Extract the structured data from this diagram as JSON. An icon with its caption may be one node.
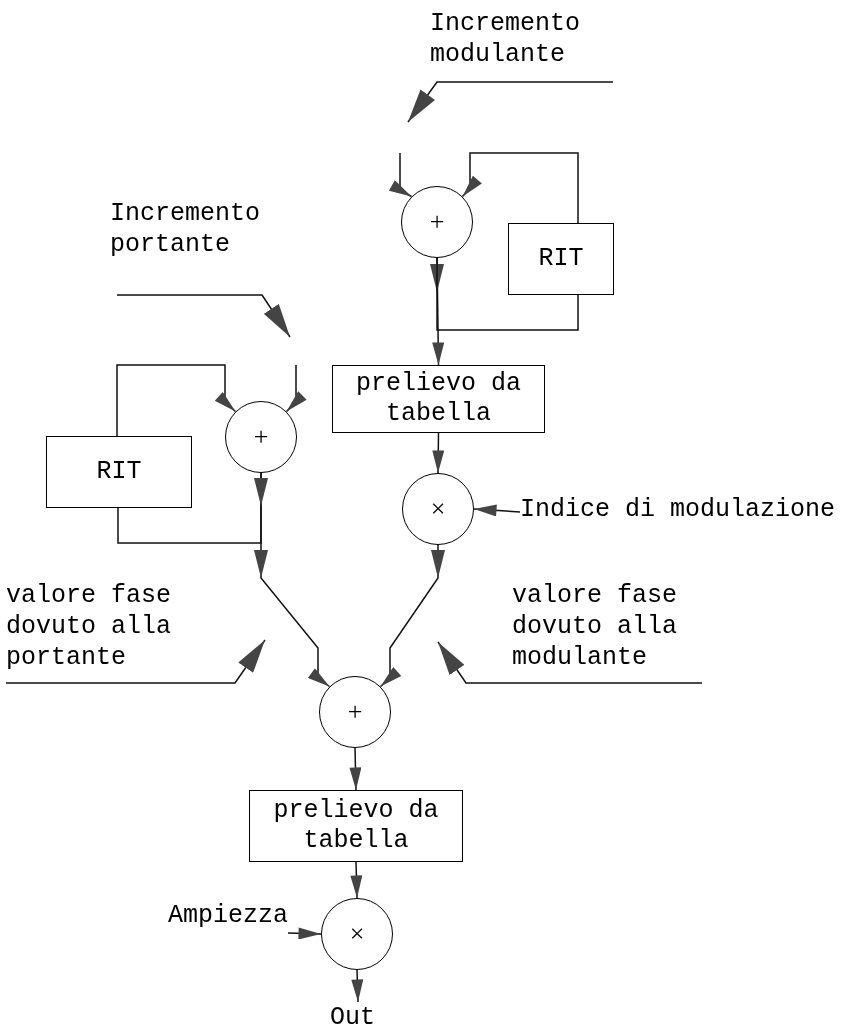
{
  "diagram": {
    "nodes": [
      {
        "text": [
          "Incremento modulante"
        ]
      },
      {
        "text": [
          "+"
        ]
      },
      {
        "text": [
          "RIT"
        ]
      },
      {
        "text": [
          "prelievo da tabella"
        ]
      },
      {
        "text": [
          "×"
        ]
      },
      {
        "text": [
          "Indice di modulazione"
        ]
      },
      {
        "text": [
          "Incremento portante"
        ]
      },
      {
        "text": [
          "RIT"
        ]
      },
      {
        "text": [
          "+"
        ]
      },
      {
        "text": [
          "valore fase dovuto alla portante"
        ]
      },
      {
        "text": [
          "valore fase dovuto alla modulante"
        ]
      },
      {
        "text": [
          "+"
        ]
      },
      {
        "text": [
          "prelievo da tabella"
        ]
      },
      {
        "text": [
          "Ampiezza"
        ]
      },
      {
        "text": [
          "×"
        ]
      },
      {
        "text": [
          "Out"
        ]
      }
    ],
    "edges": [
      {
        "from": 0,
        "to": null,
        "arrow": "to"
      },
      {
        "from": null,
        "to": 1,
        "arrow": "to"
      },
      {
        "from": 1,
        "to": 3,
        "arrow": "to"
      },
      {
        "from": 1,
        "to": 2,
        "arrow": "none"
      },
      {
        "from": 2,
        "to": 1,
        "arrow": "to"
      },
      {
        "from": 3,
        "to": 4,
        "arrow": "to"
      },
      {
        "from": 5,
        "to": 4,
        "arrow": "to"
      },
      {
        "from": 6,
        "to": null,
        "arrow": "to"
      },
      {
        "from": null,
        "to": 8,
        "arrow": "to"
      },
      {
        "from": 7,
        "to": 8,
        "arrow": "to"
      },
      {
        "from": 8,
        "to": 7,
        "arrow": "none"
      },
      {
        "from": 8,
        "to": 11,
        "arrow": "to"
      },
      {
        "from": 4,
        "to": 11,
        "arrow": "to"
      },
      {
        "from": 9,
        "to": null,
        "arrow": "to"
      },
      {
        "from": 10,
        "to": null,
        "arrow": "to"
      },
      {
        "from": 11,
        "to": 12,
        "arrow": "to"
      },
      {
        "from": 12,
        "to": 14,
        "arrow": "to"
      },
      {
        "from": 13,
        "to": 14,
        "arrow": "to"
      },
      {
        "from": 14,
        "to": 15,
        "arrow": "to"
      }
    ]
  }
}
